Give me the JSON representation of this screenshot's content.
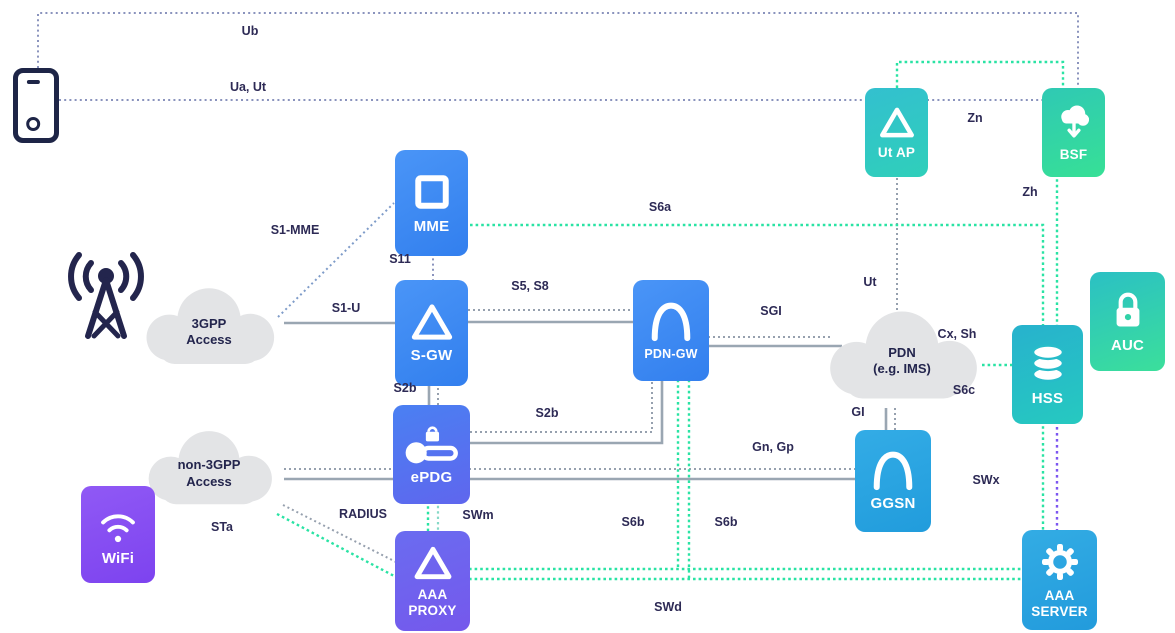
{
  "diagram": "3GPP / non-3GPP network architecture",
  "nodes": {
    "cloud_3gpp": {
      "label": "3GPP\nAccess"
    },
    "cloud_non3gpp": {
      "label": "non-3GPP\nAccess"
    },
    "cloud_pdn": {
      "label": "PDN\n(e.g. IMS)"
    },
    "wifi": {
      "label": "WiFi"
    },
    "mme": {
      "label": "MME"
    },
    "sgw": {
      "label": "S-GW"
    },
    "epdg": {
      "label": "ePDG"
    },
    "pdngw": {
      "label": "PDN-GW"
    },
    "ggsn": {
      "label": "GGSN"
    },
    "utap": {
      "label": "Ut AP"
    },
    "bsf": {
      "label": "BSF"
    },
    "hss": {
      "label": "HSS"
    },
    "auc": {
      "label": "AUC"
    },
    "aaa_proxy": {
      "label": "AAA\nPROXY"
    },
    "aaa_server": {
      "label": "AAA\nSERVER"
    }
  },
  "interfaces": {
    "ub": "Ub",
    "ua_ut": "Ua, Ut",
    "zn": "Zn",
    "zh": "Zh",
    "ut": "Ut",
    "s1_mme": "S1-MME",
    "s11": "S11",
    "s1_u": "S1-U",
    "s6a": "S6a",
    "s5_s8": "S5, S8",
    "sgi": "SGI",
    "cx_sh": "Cx, Sh",
    "s6c": "S6c",
    "s2b_left": "S2b",
    "s2b_mid": "S2b",
    "gi": "GI",
    "gn_gp": "Gn, Gp",
    "radius": "RADIUS",
    "swm": "SWm",
    "s6b_left": "S6b",
    "s6b_right": "S6b",
    "sta": "STa",
    "swx": "SWx",
    "swd": "SWd"
  },
  "icons": {
    "ue": "smartphone-icon",
    "radio": "antenna-icon",
    "wifi": "wifi-icon",
    "mme": "square-icon",
    "sgw": "triangle-icon",
    "epdg": "key-lock-icon",
    "pdngw": "arch-icon",
    "ggsn": "arch-icon",
    "utap": "triangle-icon",
    "bsf": "cloud-download-icon",
    "hss": "database-icon",
    "auc": "lock-icon",
    "aaa_proxy": "triangle-icon",
    "aaa_server": "gear-icon"
  },
  "colors": {
    "blue": "#3d8bf4",
    "cyan_blue": "#28a4e0",
    "indigo": "#6b66ef",
    "purple": "#8b55f3",
    "teal": "#27bcc9",
    "mint_green": "#35dd9e",
    "navy_text": "#2d2a55",
    "grey_line": "#9aa6b2",
    "grey_dot": "#96a0ae",
    "blue_dot": "#8a93bd",
    "green_dot": "#2ae3a4",
    "purple_dot": "#7d57f0",
    "cloud_grey": "#e3e4e6"
  }
}
